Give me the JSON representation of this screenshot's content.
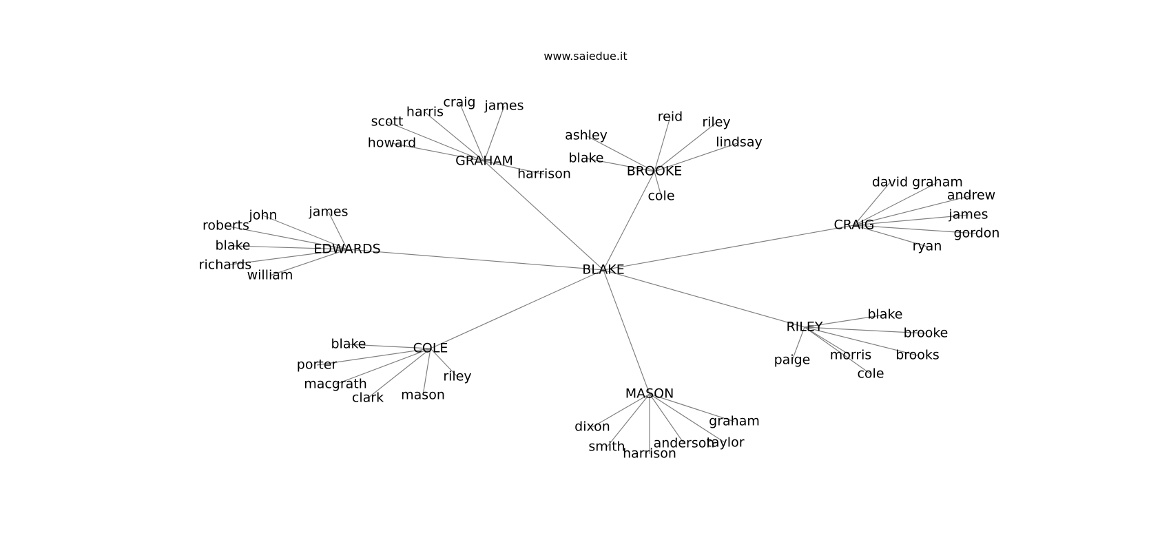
{
  "header": {
    "watermark": "www.saiedue.it"
  },
  "graph": {
    "root": "BLAKE",
    "clusters": [
      {
        "hub": "GRAHAM",
        "leaves": [
          "harris",
          "craig",
          "james",
          "scott",
          "howard",
          "harrison"
        ]
      },
      {
        "hub": "BROOKE",
        "leaves": [
          "reid",
          "riley",
          "ashley",
          "lindsay",
          "blake",
          "cole"
        ]
      },
      {
        "hub": "CRAIG",
        "leaves": [
          "david",
          "graham",
          "andrew",
          "james",
          "gordon",
          "ryan"
        ]
      },
      {
        "hub": "EDWARDS",
        "leaves": [
          "james",
          "john",
          "roberts",
          "blake",
          "richards",
          "william"
        ]
      },
      {
        "hub": "RILEY",
        "leaves": [
          "blake",
          "brooke",
          "brooks",
          "morris",
          "paige",
          "cole"
        ]
      },
      {
        "hub": "COLE",
        "leaves": [
          "blake",
          "porter",
          "macgrath",
          "clark",
          "mason",
          "riley"
        ]
      },
      {
        "hub": "MASON",
        "leaves": [
          "dixon",
          "smith",
          "harrison",
          "anderson",
          "taylor",
          "graham"
        ]
      }
    ]
  }
}
